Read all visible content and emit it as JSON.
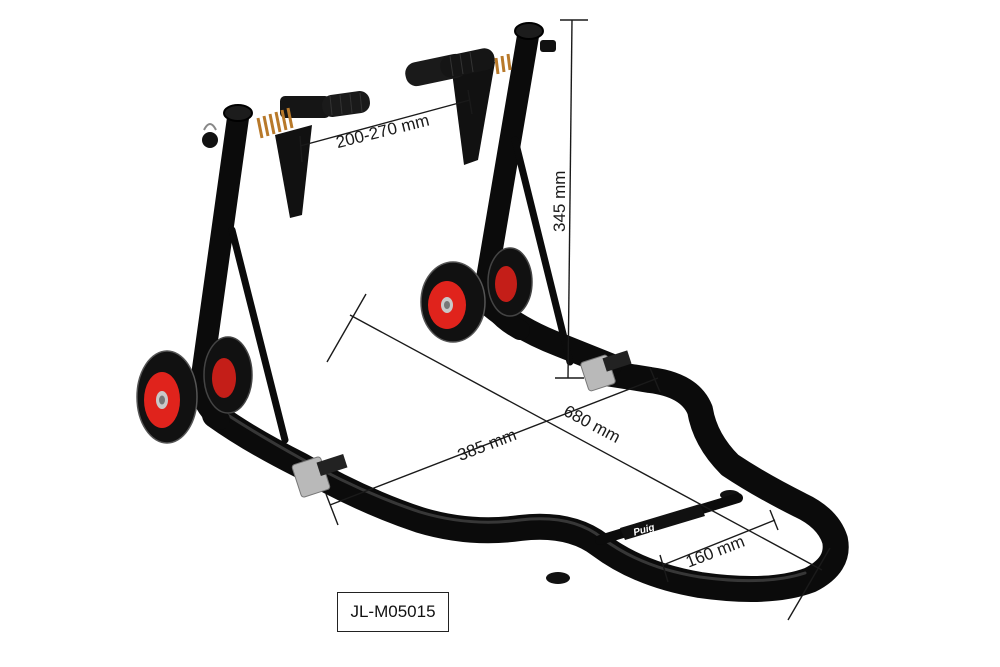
{
  "model_code": "JL-M05015",
  "brand_logo": "Puig",
  "dimensions": {
    "pin_width": "200-270 mm",
    "height": "345 mm",
    "inner_width": "385 mm",
    "length": "680 mm",
    "crossbar_width": "160 mm"
  },
  "colors": {
    "frame": "#0b0b0b",
    "wheel_hub": "#e0231c",
    "tire": "#111111",
    "dimension_line": "#1a1a1a"
  }
}
